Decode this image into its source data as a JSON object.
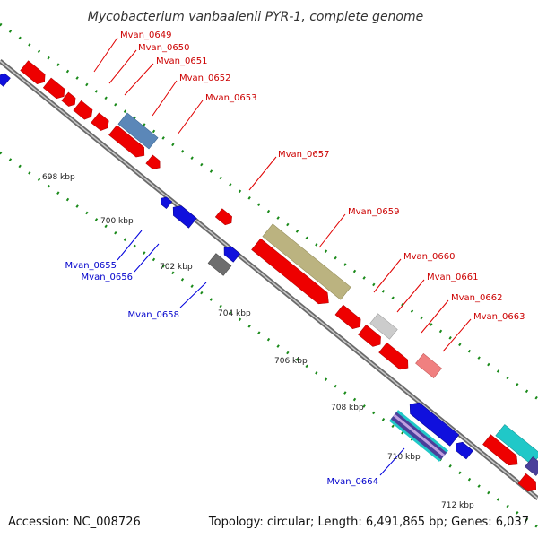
{
  "title": "Mycobacterium vanbaalenii PYR-1, complete genome",
  "footer": {
    "accession": "Accession: NC_008726",
    "topology": "Topology: circular; Length: 6,491,865 bp; Genes: 6,037"
  },
  "colors": {
    "forward": "#ee0000",
    "reverse": "#1010dd",
    "backbone": "#8a8a8a",
    "tick_dots": "#1a8a1a",
    "red_label": "#cc0000",
    "blue_label": "#0000cc"
  },
  "ticks": [
    "698 kbp",
    "700 kbp",
    "702 kbp",
    "704 kbp",
    "706 kbp",
    "708 kbp",
    "710 kbp",
    "712 kbp"
  ],
  "gene_labels": {
    "forward": [
      "Mvan_0649",
      "Mvan_0650",
      "Mvan_0651",
      "Mvan_0652",
      "Mvan_0653",
      "Mvan_0657",
      "Mvan_0659",
      "Mvan_0660",
      "Mvan_0661",
      "Mvan_0662",
      "Mvan_0663"
    ],
    "reverse": [
      "Mvan_0655",
      "Mvan_0656",
      "Mvan_0658",
      "Mvan_0664"
    ]
  }
}
